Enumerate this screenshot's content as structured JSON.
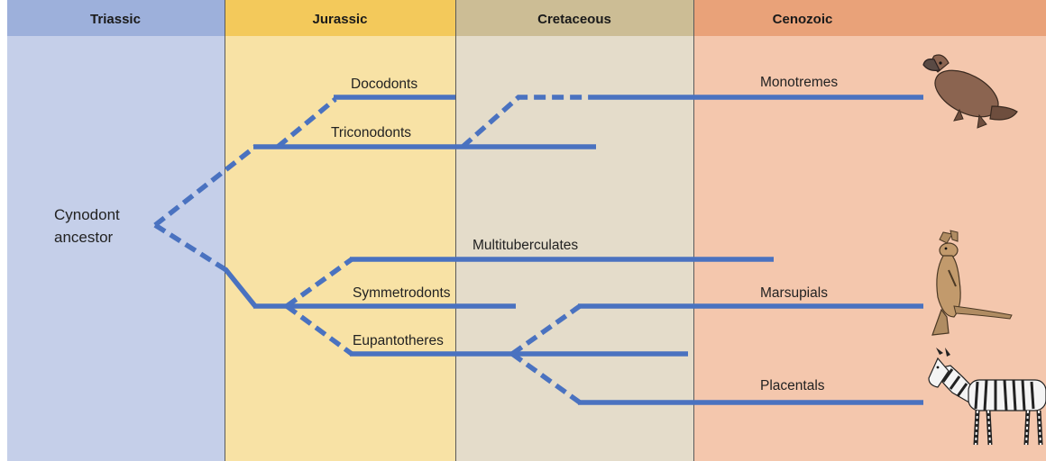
{
  "colors": {
    "line": "#4a72c0",
    "triassic_bg": "#c5cfe9",
    "triassic_header": "#9db0db",
    "jurassic_bg": "#f8e2a5",
    "jurassic_header": "#f3c95b",
    "cretaceous_bg": "#e4dcca",
    "cretaceous_header": "#ccbd95",
    "cenozoic_bg": "#f4c7ad",
    "cenozoic_header": "#e9a279"
  },
  "periods": [
    {
      "label": "Triassic"
    },
    {
      "label": "Jurassic"
    },
    {
      "label": "Cretaceous"
    },
    {
      "label": "Cenozoic"
    }
  ],
  "ancestor": {
    "line1": "Cynodont",
    "line2": "ancestor"
  },
  "taxa": {
    "docodonts": "Docodonts",
    "triconodonts": "Triconodonts",
    "monotremes": "Monotremes",
    "multituberculates": "Multituberculates",
    "symmetrodonts": "Symmetrodonts",
    "eupantotheres": "Eupantotheres",
    "marsupials": "Marsupials",
    "placentals": "Placentals"
  },
  "illustrations": [
    {
      "icon": "platypus-icon"
    },
    {
      "icon": "kangaroo-icon"
    },
    {
      "icon": "zebra-icon"
    }
  ]
}
